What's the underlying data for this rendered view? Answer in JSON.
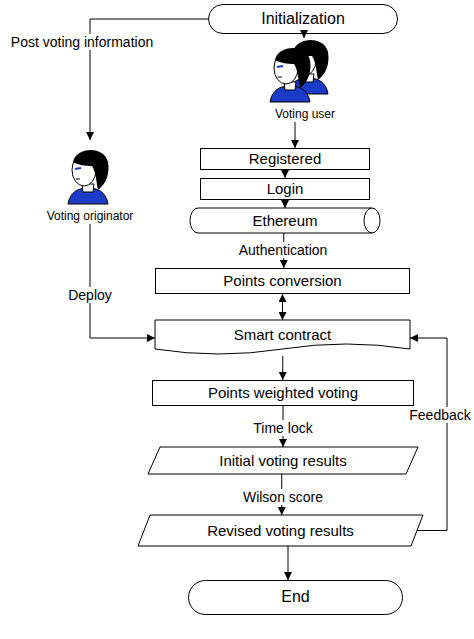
{
  "diagram": {
    "nodes": [
      {
        "text": [
          "Initialization"
        ]
      },
      {
        "text": [
          "Voting user"
        ]
      },
      {
        "text": [
          "Voting originator"
        ]
      },
      {
        "text": [
          "Registered"
        ]
      },
      {
        "text": [
          "Login"
        ]
      },
      {
        "text": [
          "Ethereum"
        ]
      },
      {
        "text": [
          "Points conversion"
        ]
      },
      {
        "text": [
          "Smart contract"
        ]
      },
      {
        "text": [
          "Points weighted voting"
        ]
      },
      {
        "text": [
          "Initial voting results"
        ]
      },
      {
        "text": [
          "Revised voting results"
        ]
      },
      {
        "text": [
          "End"
        ]
      }
    ],
    "edges": [
      {
        "from": 0,
        "to": 2,
        "label": "Post voting information",
        "arrow": "to"
      },
      {
        "from": 0,
        "to": 1,
        "arrow": "to"
      },
      {
        "from": 1,
        "to": 3,
        "arrow": "to"
      },
      {
        "from": 3,
        "to": 4,
        "arrow": "to"
      },
      {
        "from": 4,
        "to": 5,
        "arrow": "to"
      },
      {
        "from": 5,
        "to": 6,
        "label": "Authentication",
        "arrow": "to"
      },
      {
        "from": 6,
        "to": 7,
        "arrow": "both"
      },
      {
        "from": 2,
        "to": 7,
        "label": "Deploy",
        "arrow": "to"
      },
      {
        "from": 7,
        "to": 8,
        "arrow": "to"
      },
      {
        "from": 8,
        "to": 9,
        "label": "Time lock",
        "arrow": "to"
      },
      {
        "from": 9,
        "to": 10,
        "label": "Wilson score",
        "arrow": "to"
      },
      {
        "from": 10,
        "to": 11,
        "arrow": "to"
      },
      {
        "from": 10,
        "to": 7,
        "label": "Feedback",
        "arrow": "to"
      }
    ]
  }
}
